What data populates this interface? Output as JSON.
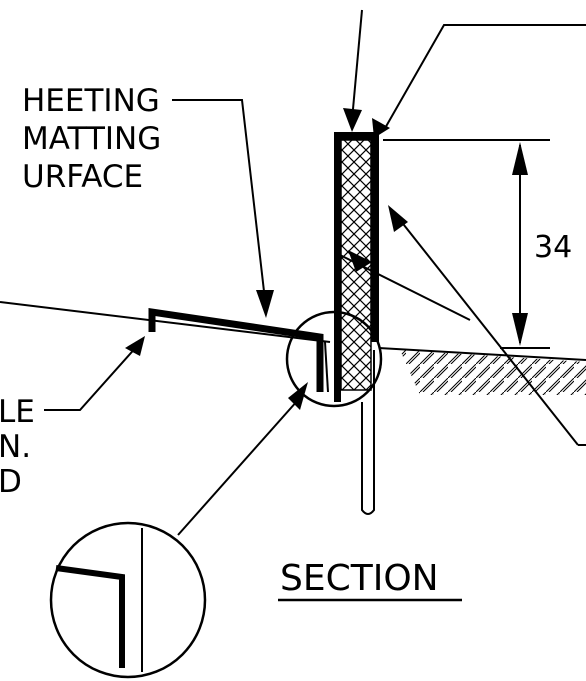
{
  "labels": {
    "sheeting": "HEETING",
    "matting": "MATTING",
    "surface": "URFACE",
    "left_line1": "LE",
    "left_line2": "N.",
    "left_line3": "D"
  },
  "dimension": {
    "value": "34"
  },
  "section_title": "SECTION",
  "colors": {
    "ink": "#000000",
    "background": "#ffffff"
  }
}
